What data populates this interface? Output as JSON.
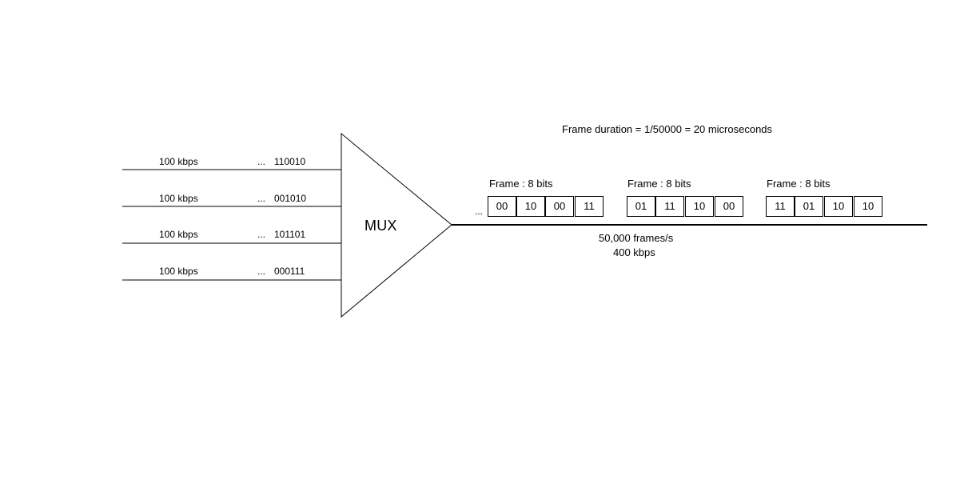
{
  "diagram": {
    "input_rate_labels": [
      "100 kbps",
      "100 kbps",
      "100 kbps",
      "100 kbps"
    ],
    "input_ellipses": [
      "...",
      "...",
      "...",
      "..."
    ],
    "input_bits": [
      "110010",
      "001010",
      "101101",
      "000111"
    ],
    "mux_label": "MUX",
    "frame_duration": "Frame duration = 1/50000 = 20 microseconds",
    "frame_labels": [
      "Frame : 8 bits",
      "Frame : 8 bits",
      "Frame : 8 bits"
    ],
    "output_ellipsis": "...",
    "frames": [
      [
        "00",
        "10",
        "00",
        "11"
      ],
      [
        "01",
        "11",
        "10",
        "00"
      ],
      [
        "11",
        "01",
        "10",
        "10"
      ]
    ],
    "output_rate_frames": "50,000 frames/s",
    "output_rate_kbps": "400 kbps"
  }
}
